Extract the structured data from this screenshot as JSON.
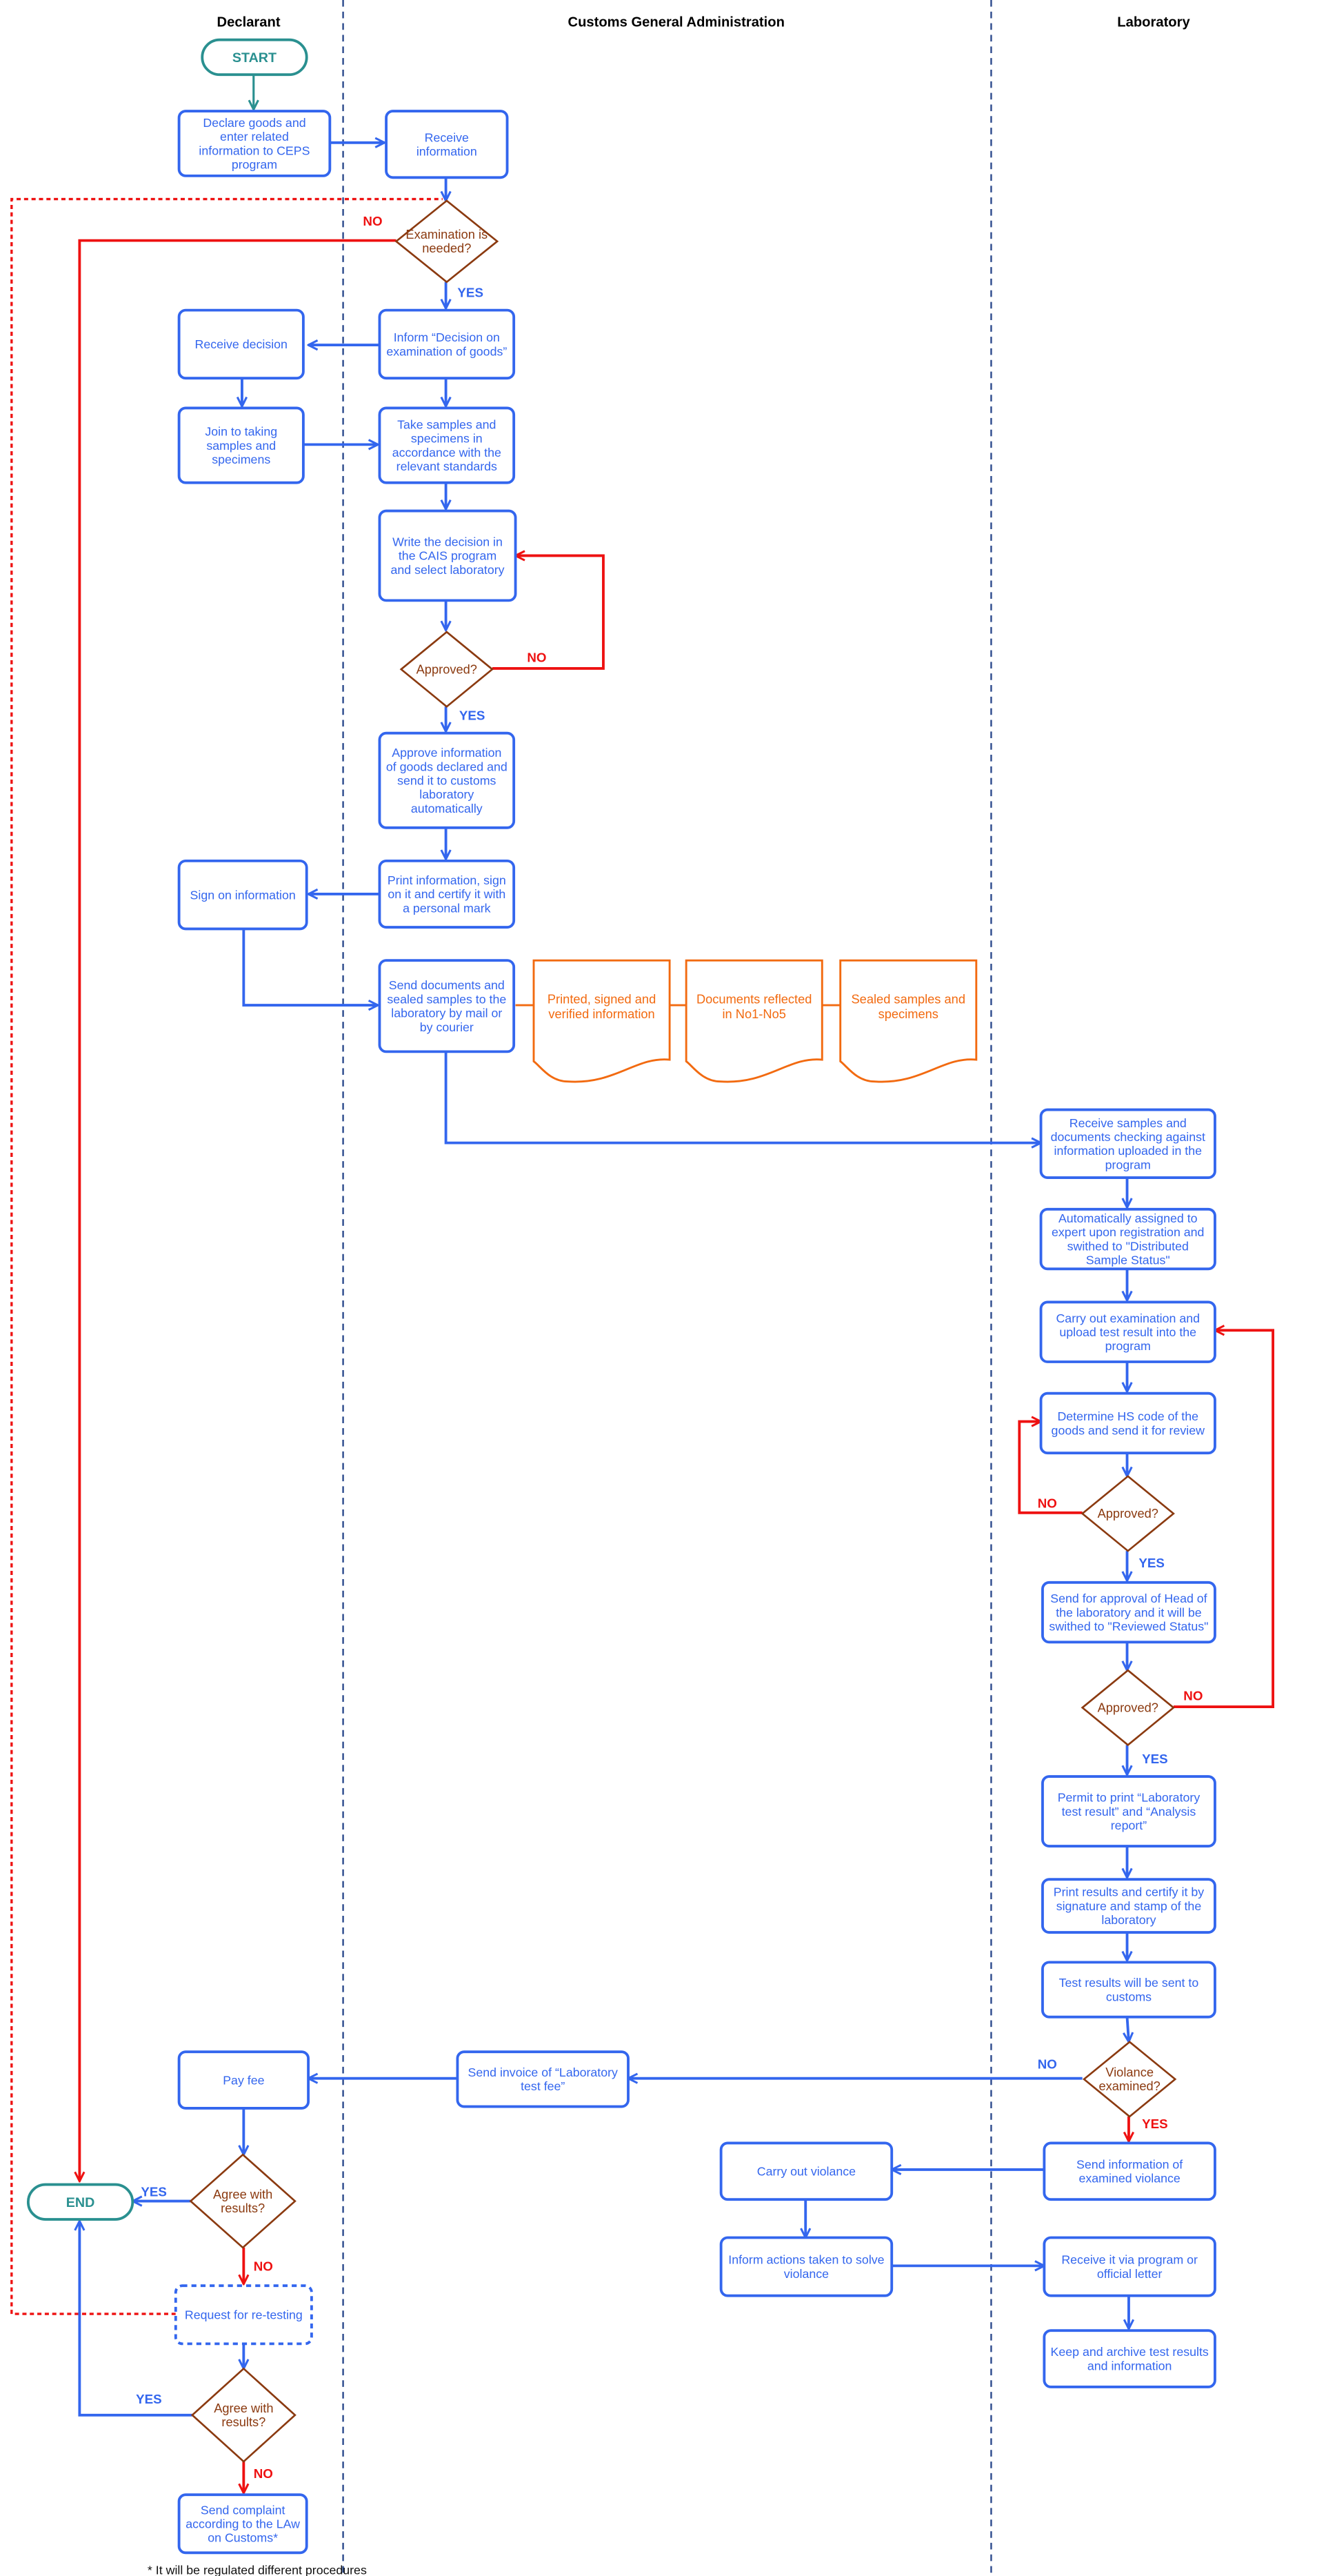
{
  "lanes": [
    "Declarant",
    "Customs General Administration",
    "Laboratory"
  ],
  "colors": {
    "process": "#3366ee",
    "terminal": "#2a9090",
    "decision": "#8b3a10",
    "document": "#f26a10",
    "negative": "#ee1111",
    "lane_divider": "#2c4a8c"
  },
  "terminals": {
    "start": "START",
    "end": "END"
  },
  "declarant": {
    "declare_goods": [
      "Declare goods and",
      "enter related",
      "information to CEPS",
      "program"
    ],
    "receive_decision": [
      "Receive decision"
    ],
    "join_sampling": [
      "Join to taking",
      "samples and",
      "specimens"
    ],
    "sign_information": [
      "Sign on information"
    ],
    "pay_fee": [
      "Pay fee"
    ],
    "agree_1": [
      "Agree with",
      "results?"
    ],
    "request_retesting": [
      "Request for re-testing"
    ],
    "agree_2": [
      "Agree with",
      "results?"
    ],
    "send_complaint": [
      "Send complaint",
      "according to the LAw",
      "on Customs*"
    ]
  },
  "customs": {
    "receive_information": [
      "Receive",
      "information"
    ],
    "examination_needed": [
      "Examination is",
      "needed?"
    ],
    "inform_decision": [
      "Inform “Decision on",
      "examination of goods”"
    ],
    "take_samples": [
      "Take samples and",
      "specimens in",
      "accordance with the",
      "relevant standards"
    ],
    "write_decision": [
      "Write the decision in",
      "the CAIS program",
      "and select laboratory"
    ],
    "approved": [
      "Approved?"
    ],
    "approve_information": [
      "Approve information",
      "of goods declared and",
      "send it to customs",
      "laboratory",
      "automatically"
    ],
    "print_information": [
      "Print information, sign",
      "on it and certify it with",
      "a personal mark"
    ],
    "send_documents": [
      "Send documents and",
      "sealed samples to the",
      "laboratory by mail or",
      "by courier"
    ],
    "send_invoice": [
      "Send invoice of “Laboratory",
      "test fee”"
    ],
    "carry_out_violance": [
      "Carry out violance"
    ],
    "inform_actions": [
      "Inform actions taken to solve",
      "violance"
    ]
  },
  "documents": [
    [
      "Printed, signed and",
      "verified information"
    ],
    [
      "Documents reflected",
      "in No1-No5"
    ],
    [
      "Sealed samples and",
      "specimens"
    ]
  ],
  "laboratory": {
    "receive_samples": [
      "Receive samples and",
      "documents checking against",
      "information uploaded in the",
      "program"
    ],
    "auto_assigned": [
      "Automatically assigned to",
      "expert upon registration and",
      "swithed to \"Distributed",
      "Sample Status\""
    ],
    "carry_out_examination": [
      "Carry out examination and",
      "upload test result into the",
      "program"
    ],
    "determine_hs": [
      "Determine HS code of the",
      "goods and send it for review"
    ],
    "approved_1": [
      "Approved?"
    ],
    "send_for_approval": [
      "Send for approval of Head of",
      "the laboratory and it will be",
      "swithed to \"Reviewed Status\""
    ],
    "approved_2": [
      "Approved?"
    ],
    "permit_print": [
      "Permit to print “Laboratory",
      "test result” and “Analysis",
      "report”"
    ],
    "print_results": [
      "Print results and certify it by",
      "signature and stamp of the",
      "laboratory"
    ],
    "test_results_sent": [
      "Test results will be sent to",
      "customs"
    ],
    "violance_examined": [
      "Violance",
      "examined?"
    ],
    "send_violance_info": [
      "Send information of",
      "examined violance"
    ],
    "receive_via_program": [
      "Receive it via program or",
      "official letter"
    ],
    "keep_archive": [
      "Keep and archive test results",
      "and information"
    ]
  },
  "labels": {
    "yes": "YES",
    "no": "NO"
  },
  "footnote": "* It will be regulated different procedures"
}
